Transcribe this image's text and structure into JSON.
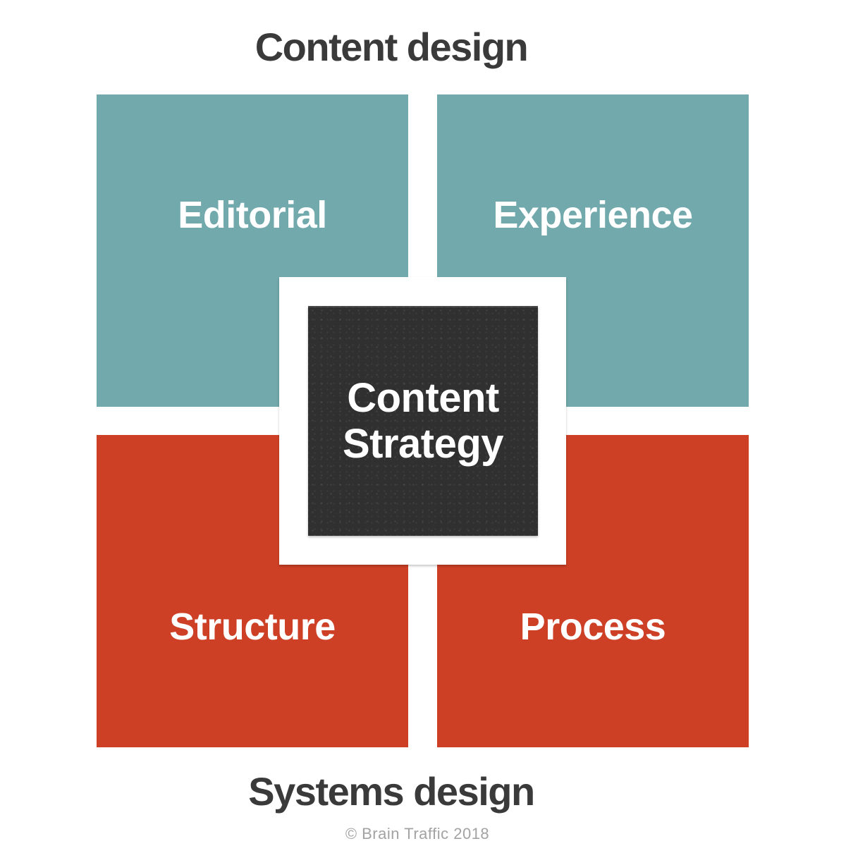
{
  "page": {
    "top_axis_label": "Content design",
    "bottom_axis_label": "Systems design",
    "copyright": "© Brain Traffic 2018"
  },
  "colors": {
    "background": "#ffffff",
    "teal": "#72a9ac",
    "red": "#cd4026",
    "dark_box": "#2f302f",
    "axis_title_text": "#3a3a3a",
    "box_label_text": "#ffffff",
    "copyright_text": "#a3a3a3"
  },
  "quadrants": [
    {
      "id": "editorial",
      "label": "Editorial",
      "position": "top-left",
      "color": "#72a9ac"
    },
    {
      "id": "experience",
      "label": "Experience",
      "position": "top-right",
      "color": "#72a9ac"
    },
    {
      "id": "structure",
      "label": "Structure",
      "position": "bottom-left",
      "color": "#cd4026"
    },
    {
      "id": "process",
      "label": "Process",
      "position": "bottom-right",
      "color": "#cd4026"
    }
  ],
  "center": {
    "line1": "Content",
    "line2": "Strategy"
  }
}
